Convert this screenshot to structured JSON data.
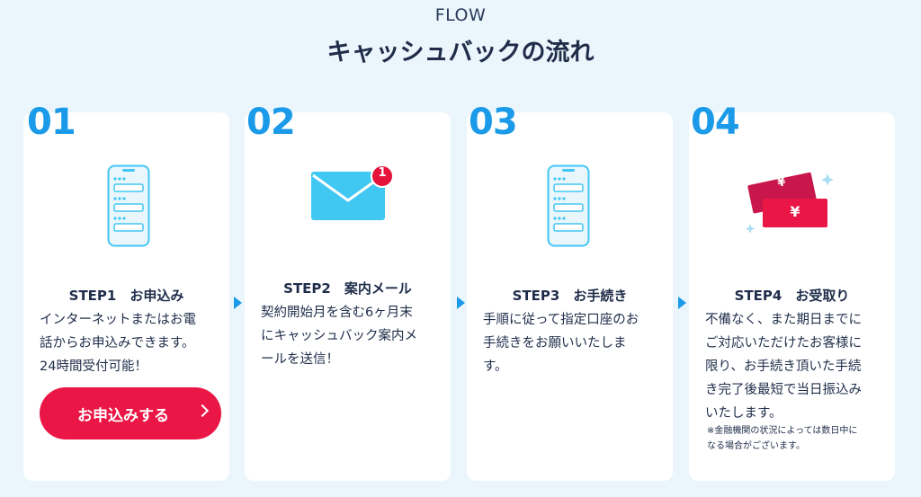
{
  "header": {
    "eyebrow": "FLOW",
    "title": "キャッシュバックの流れ"
  },
  "colors": {
    "accent_blue": "#1a9ae8",
    "cta_red": "#ea1646",
    "card_bg": "#ffffff",
    "page_bg": "#eaf6fb"
  },
  "steps": [
    {
      "number": "01",
      "icon": "smartphone-form-icon",
      "title": "STEP1　お申込み",
      "desc_lines": [
        "インターネットまたはお電",
        "話からお申込みできます。",
        "24時間受付可能！"
      ],
      "cta_label": "お申込みする"
    },
    {
      "number": "02",
      "icon": "mail-notification-icon",
      "badge": "1",
      "title": "STEP2　案内メール",
      "desc_lines": [
        "契約開始月を含む6ヶ月末",
        "にキャッシュバック案内メ",
        "ールを送信！"
      ]
    },
    {
      "number": "03",
      "icon": "smartphone-form-icon",
      "title": "STEP3　お手続き",
      "desc_lines": [
        "手順に従って指定口座のお",
        "手続きをお願いいたしま",
        "す。"
      ]
    },
    {
      "number": "04",
      "icon": "yen-bills-icon",
      "bill_symbol": "¥",
      "title": "STEP4　お受取り",
      "desc_lines": [
        "不備なく、また期日までに",
        "ご対応いただけたお客様に",
        "限り、お手続き頂いた手続",
        "き完了後最短で当日振込み",
        "いたします。"
      ],
      "note_lines": [
        "※金融機関の状況によっては数日中に",
        "なる場合がございます。"
      ]
    }
  ]
}
